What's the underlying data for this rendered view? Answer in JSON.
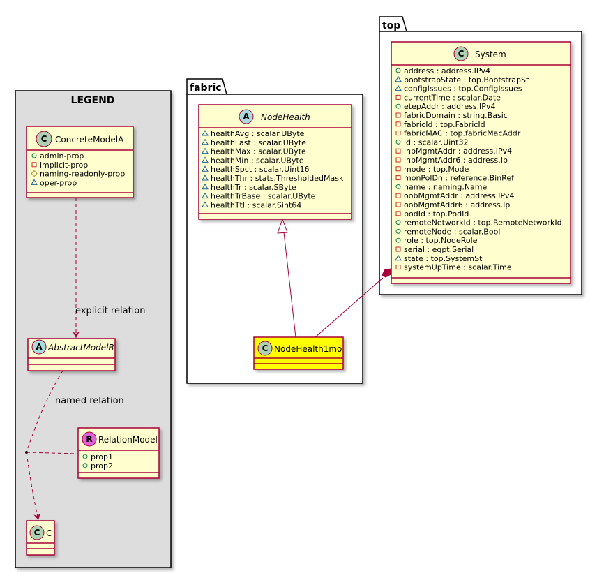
{
  "legend": {
    "title": "LEGEND",
    "concrete_model": {
      "name": "ConcreteModelA",
      "stereotype": "C",
      "attributes": [
        {
          "vis": "+",
          "text": "admin-prop"
        },
        {
          "vis": "-",
          "text": "implicit-prop"
        },
        {
          "vis": "#",
          "text": "naming-readonly-prop"
        },
        {
          "vis": "~",
          "text": "oper-prop"
        }
      ]
    },
    "abstract_model": {
      "name": "AbstractModelB",
      "stereotype": "A"
    },
    "relation_model": {
      "name": "RelationModel",
      "stereotype": "R",
      "attributes": [
        {
          "vis": "+",
          "text": "prop1"
        },
        {
          "vis": "+",
          "text": "prop2"
        }
      ]
    },
    "c_model": {
      "name": "C",
      "stereotype": "C"
    },
    "explicit_relation_label": "explicit relation",
    "named_relation_label": "named relation"
  },
  "fabric": {
    "package": "fabric",
    "node_health": {
      "name": "NodeHealth",
      "stereotype": "A",
      "attributes": [
        {
          "vis": "~",
          "text": "healthAvg : scalar.UByte"
        },
        {
          "vis": "~",
          "text": "healthLast : scalar.UByte"
        },
        {
          "vis": "~",
          "text": "healthMax : scalar.UByte"
        },
        {
          "vis": "~",
          "text": "healthMin : scalar.UByte"
        },
        {
          "vis": "~",
          "text": "healthSpct : scalar.Uint16"
        },
        {
          "vis": "~",
          "text": "healthThr : stats.ThresholdedMask"
        },
        {
          "vis": "~",
          "text": "healthTr : scalar.SByte"
        },
        {
          "vis": "~",
          "text": "healthTrBase : scalar.UByte"
        },
        {
          "vis": "~",
          "text": "healthTtl : scalar.Sint64"
        }
      ]
    },
    "node_health_1mo": {
      "name": "NodeHealth1mo",
      "stereotype": "C"
    }
  },
  "top": {
    "package": "top",
    "system": {
      "name": "System",
      "stereotype": "C",
      "attributes": [
        {
          "vis": "+",
          "text": "address : address.IPv4"
        },
        {
          "vis": "~",
          "text": "bootstrapState : top.BootstrapSt"
        },
        {
          "vis": "~",
          "text": "configIssues : top.ConfigIssues"
        },
        {
          "vis": "-",
          "text": "currentTime : scalar.Date"
        },
        {
          "vis": "+",
          "text": "etepAddr : address.IPv4"
        },
        {
          "vis": "-",
          "text": "fabricDomain : string.Basic"
        },
        {
          "vis": "-",
          "text": "fabricId : top.FabricId"
        },
        {
          "vis": "-",
          "text": "fabricMAC : top.fabricMacAddr"
        },
        {
          "vis": "+",
          "text": "id : scalar.Uint32"
        },
        {
          "vis": "-",
          "text": "inbMgmtAddr : address.IPv4"
        },
        {
          "vis": "-",
          "text": "inbMgmtAddr6 : address.Ip"
        },
        {
          "vis": "-",
          "text": "mode : top.Mode"
        },
        {
          "vis": "-",
          "text": "monPolDn : reference.BinRef"
        },
        {
          "vis": "+",
          "text": "name : naming.Name"
        },
        {
          "vis": "-",
          "text": "oobMgmtAddr : address.IPv4"
        },
        {
          "vis": "-",
          "text": "oobMgmtAddr6 : address.Ip"
        },
        {
          "vis": "-",
          "text": "podId : top.PodId"
        },
        {
          "vis": "+",
          "text": "remoteNetworkId : top.RemoteNetworkId"
        },
        {
          "vis": "+",
          "text": "remoteNode : scalar.Bool"
        },
        {
          "vis": "+",
          "text": "role : top.NodeRole"
        },
        {
          "vis": "-",
          "text": "serial : eqpt.Serial"
        },
        {
          "vis": "~",
          "text": "state : top.SystemSt"
        },
        {
          "vis": "-",
          "text": "systemUpTime : scalar.Time"
        }
      ]
    }
  },
  "colors": {
    "class_fill": "#FEFECE",
    "border": "#A80036",
    "legend_fill": "#DDDDDD",
    "highlight_fill": "#FFFF00",
    "concrete_badge": "#ADD1B2",
    "abstract_badge": "#A9DCDF",
    "relation_badge": "#DD62D8"
  }
}
